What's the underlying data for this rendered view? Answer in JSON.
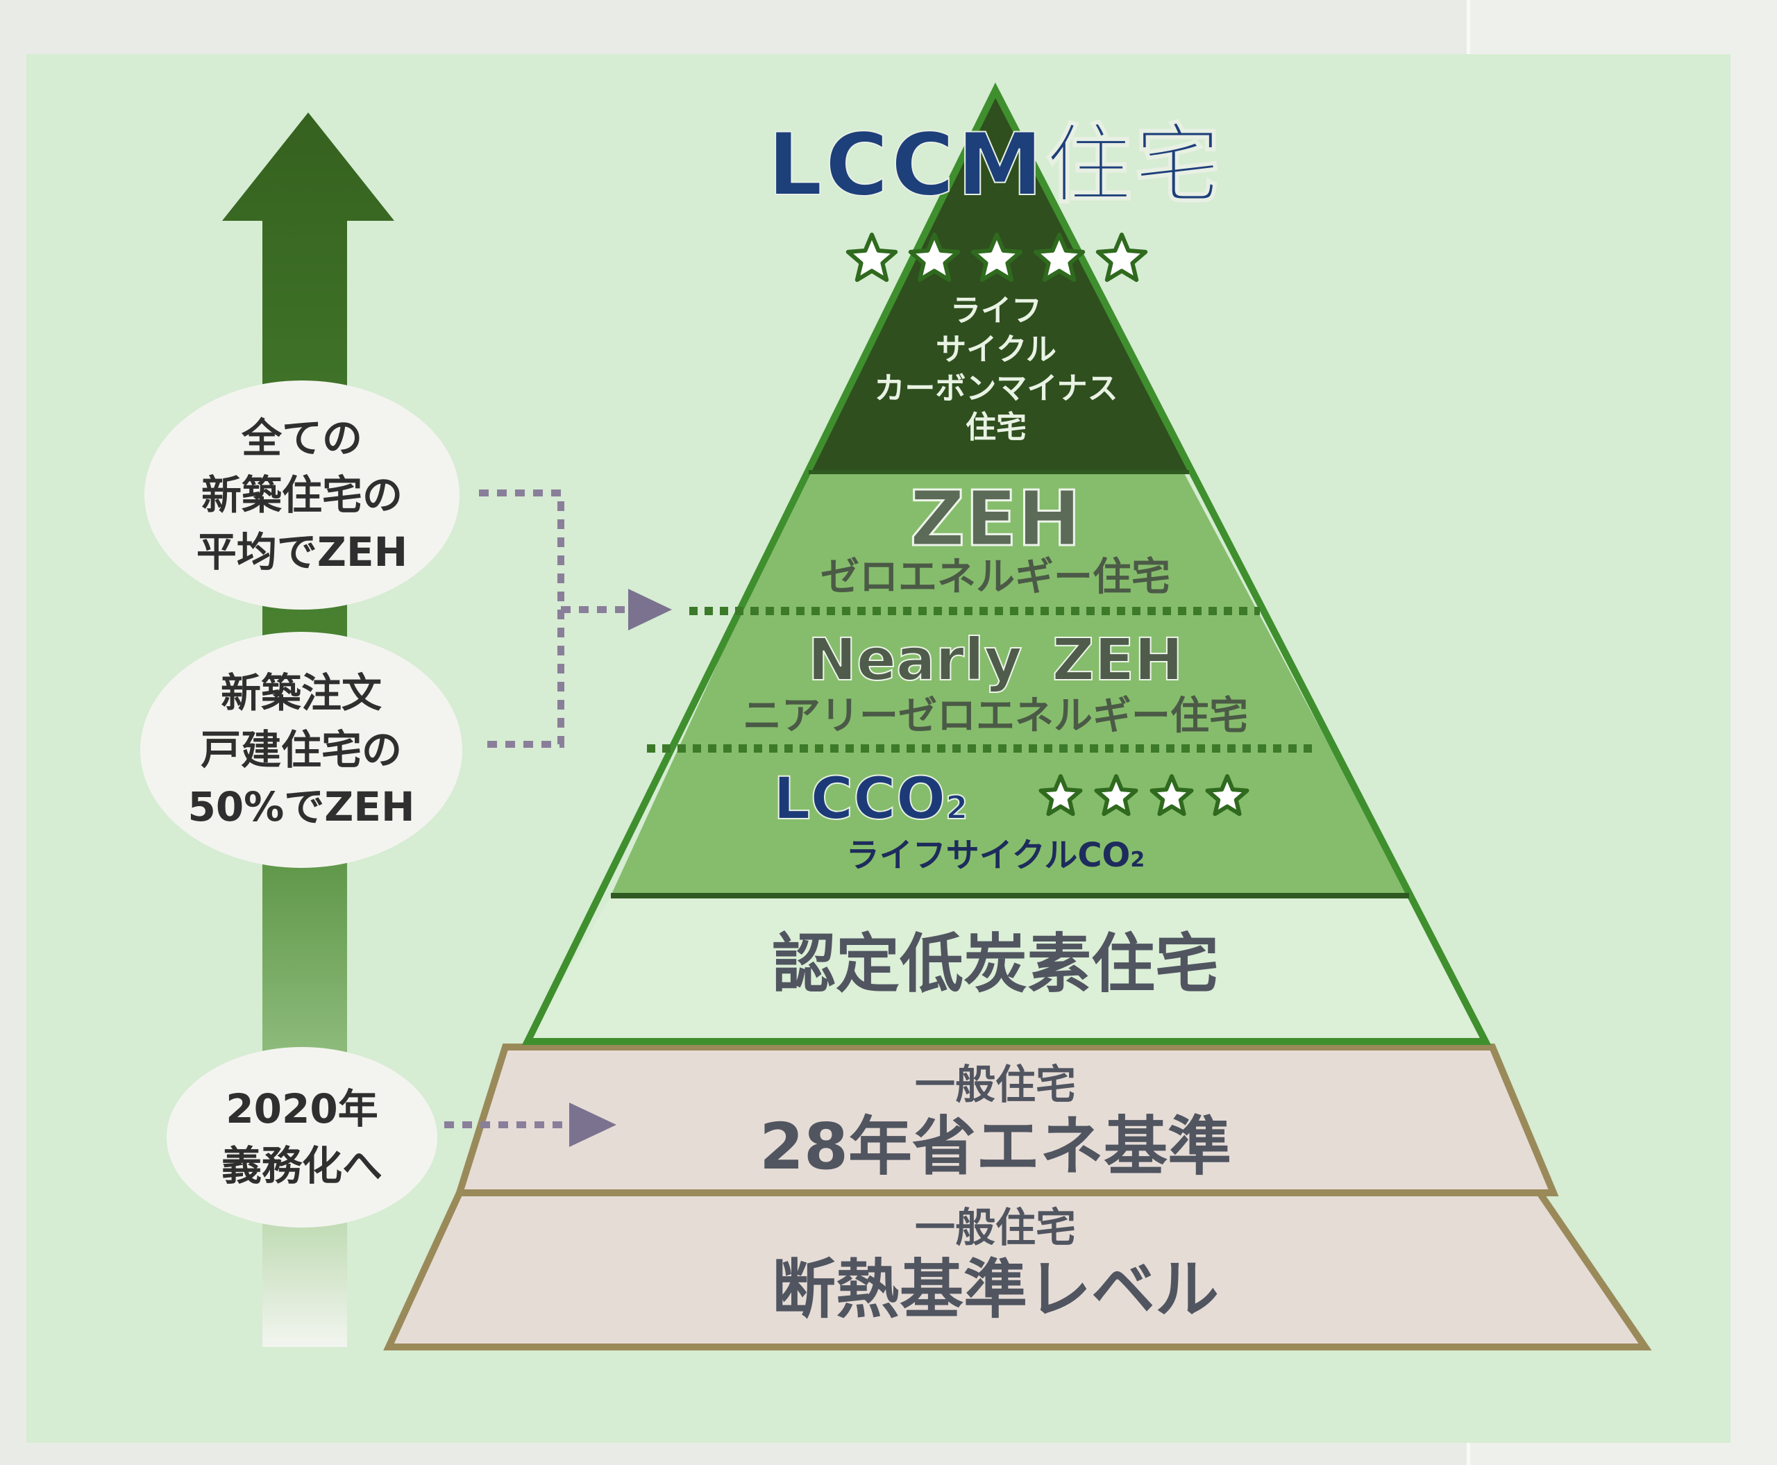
{
  "pyramid": {
    "top": {
      "title": "LCCM住宅",
      "subtitle_lines": [
        "ライフ",
        "サイクル",
        "カーボンマイナス",
        "住宅"
      ],
      "stars": 5,
      "fill_color": "#2f4f1e",
      "title_color": "#1d3f7a"
    },
    "zeh": {
      "title": "ZEH",
      "subtitle": "ゼロエネルギー住宅",
      "fill_color": "#86bd6c"
    },
    "nearly_zeh": {
      "title": "Nearly ZEH",
      "subtitle": "ニアリーゼロエネルギー住宅"
    },
    "lcco2": {
      "title": "LCCO",
      "title_subscript": "2",
      "subtitle": "ライフサイクルCO",
      "subtitle_subscript": "2",
      "stars": 4,
      "title_color": "#1d3a78"
    },
    "certified": {
      "title": "認定低炭素住宅",
      "fill_color": "#dcefd7"
    },
    "standard_2016": {
      "title_small": "一般住宅",
      "title": "28年省エネ基準",
      "fill_color": "#e6dcd6"
    },
    "insulation": {
      "title_small": "一般住宅",
      "title": "断熱基準レベル",
      "fill_color": "#e6dcd6"
    }
  },
  "bubbles": {
    "all_new": {
      "lines": [
        "全ての",
        "新築住宅の",
        "平均でZEH"
      ]
    },
    "custom_detached": {
      "lines": [
        "新築注文",
        "戸建住宅の",
        "50%でZEH"
      ]
    },
    "mandatory_2020": {
      "lines": [
        "2020年",
        "義務化へ"
      ]
    }
  },
  "colors": {
    "panel_bg": "#d6ecd3",
    "arrow_dark": "#3c6a24",
    "arrow_light": "#f2f5ef",
    "pyramid_outline": "#3f8f2e",
    "base_outline": "#9a8a5a",
    "dots": "#8a7f9a",
    "label_gray": "#505560"
  }
}
